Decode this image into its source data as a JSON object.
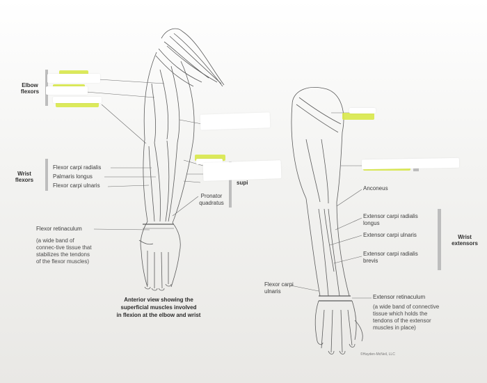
{
  "colors": {
    "highlight": "#d8e84a",
    "blank": "#ffffff",
    "bracket": "#bdbdbd",
    "muscle_outline": "#555555",
    "leader_line": "#6a6a6a"
  },
  "anterior": {
    "group_elbow_flexors": [
      "Elbow",
      "flexors"
    ],
    "group_wrist_flexors": [
      "Wrist",
      "flexors"
    ],
    "flexor_carpi_radialis": "Flexor carpi radialis",
    "palmaris_longus": "Palmaris longus",
    "flexor_carpi_ulnaris": "Flexor carpi ulnaris",
    "pronator_quadratus": [
      "Pronator",
      "quadratus"
    ],
    "partial_label": "supi",
    "flexor_retinaculum": "Flexor retinaculum",
    "flexor_retinaculum_note": "(a wide band of connec-tive tissue that stabilizes the tendons of the flexor muscles)",
    "caption": [
      "Anterior view showing the",
      "superficial muscles involved",
      "in flexion at the elbow and wrist"
    ]
  },
  "posterior": {
    "anconeus": "Anconeus",
    "ext_carpi_radialis_longus": [
      "Extensor carpi radialis",
      "longus"
    ],
    "ext_carpi_ulnaris": "Extensor carpi ulnaris",
    "ext_carpi_radialis_brevis": [
      "Extensor carpi radialis",
      "brevis"
    ],
    "group_wrist_extensors": [
      "Wrist",
      "extensors"
    ],
    "flexor_carpi_ulnaris": [
      "Flexor carpi",
      "ulnaris"
    ],
    "extensor_retinaculum": "Extensor retinaculum",
    "extensor_retinaculum_note": [
      "(a wide band of connective",
      "tissue which holds the",
      "tendons of the extensor",
      "muscles in place)"
    ],
    "copyright": "©Hayden-McNeil, LLC"
  }
}
